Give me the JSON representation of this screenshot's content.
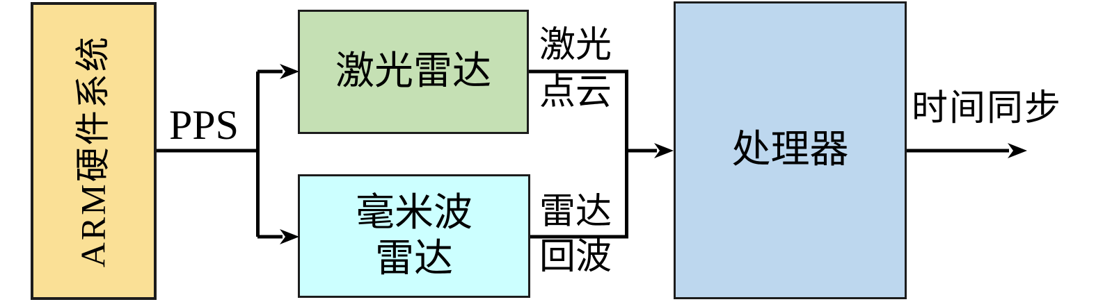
{
  "diagram": {
    "nodes": {
      "arm": {
        "label": "ARM硬件系统",
        "fill": "#FAE096"
      },
      "lidar": {
        "label": "激光雷达",
        "fill": "#C5E0B4"
      },
      "mmwave": {
        "line1": "毫米波",
        "line2": "雷达",
        "fill": "#CCFFFF"
      },
      "processor": {
        "label": "处理器",
        "fill": "#BDD7EE"
      }
    },
    "edge_labels": {
      "pps": "PPS",
      "lidar_out_top": "激光",
      "lidar_out_bottom": "点云",
      "radar_out_top": "雷达",
      "radar_out_bottom": "回波",
      "output": "时间同步"
    },
    "line_color": "#000000"
  }
}
